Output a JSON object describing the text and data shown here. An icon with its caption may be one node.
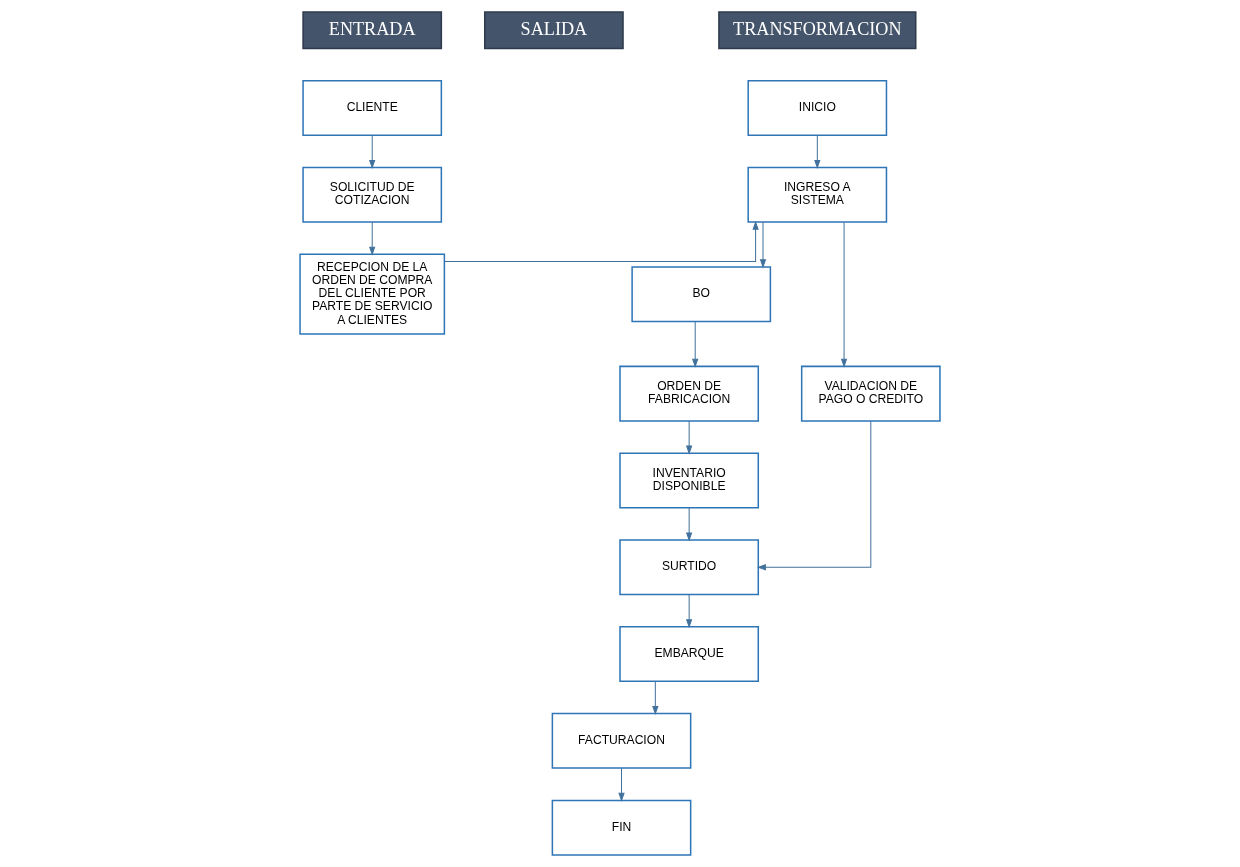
{
  "diagram": {
    "nodes": [
      {
        "text": [
          "ENTRADA"
        ]
      },
      {
        "text": [
          "TRANSFORMACION"
        ]
      },
      {
        "text": [
          "SALIDA"
        ]
      },
      {
        "text": [
          "CLIENTE"
        ]
      },
      {
        "text": [
          "SOLICITUD DE COTIZACION"
        ]
      },
      {
        "text": [
          "RECEPCION DE LA ORDEN DE COMPRA DEL CLIENTE POR PARTE DE SERVICIO A CLIENTES"
        ]
      },
      {
        "text": [
          "INICIO"
        ]
      },
      {
        "text": [
          "INGRESO A SISTEMA"
        ]
      },
      {
        "text": [
          "BO"
        ]
      },
      {
        "text": [
          "ORDEN DE FABRICACION"
        ]
      },
      {
        "text": [
          "INVENTARIO DISPONIBLE"
        ]
      },
      {
        "text": [
          "VALIDACION DE PAGO O CREDITO"
        ]
      },
      {
        "text": [
          "SURTIDO"
        ]
      },
      {
        "text": [
          "EMBARQUE"
        ]
      },
      {
        "text": [
          "FACTURACION"
        ]
      },
      {
        "text": [
          "FIN"
        ]
      }
    ],
    "edges": [
      {
        "from": 3,
        "to": 4,
        "arrow": "to"
      },
      {
        "from": 4,
        "to": 5,
        "arrow": "to"
      },
      {
        "from": 5,
        "to": 7,
        "arrow": "to"
      },
      {
        "from": 6,
        "to": 7,
        "arrow": "to"
      },
      {
        "from": 7,
        "to": 8,
        "arrow": "to"
      },
      {
        "from": 8,
        "to": 9,
        "arrow": "to"
      },
      {
        "from": 9,
        "to": 10,
        "arrow": "to"
      },
      {
        "from": 7,
        "to": 11,
        "arrow": "to"
      },
      {
        "from": 10,
        "to": 12,
        "arrow": "to"
      },
      {
        "from": 11,
        "to": 12,
        "arrow": "to"
      },
      {
        "from": 12,
        "to": 13,
        "arrow": "to"
      },
      {
        "from": 13,
        "to": 14,
        "arrow": "to"
      },
      {
        "from": 14,
        "to": 15,
        "arrow": "to"
      }
    ]
  }
}
